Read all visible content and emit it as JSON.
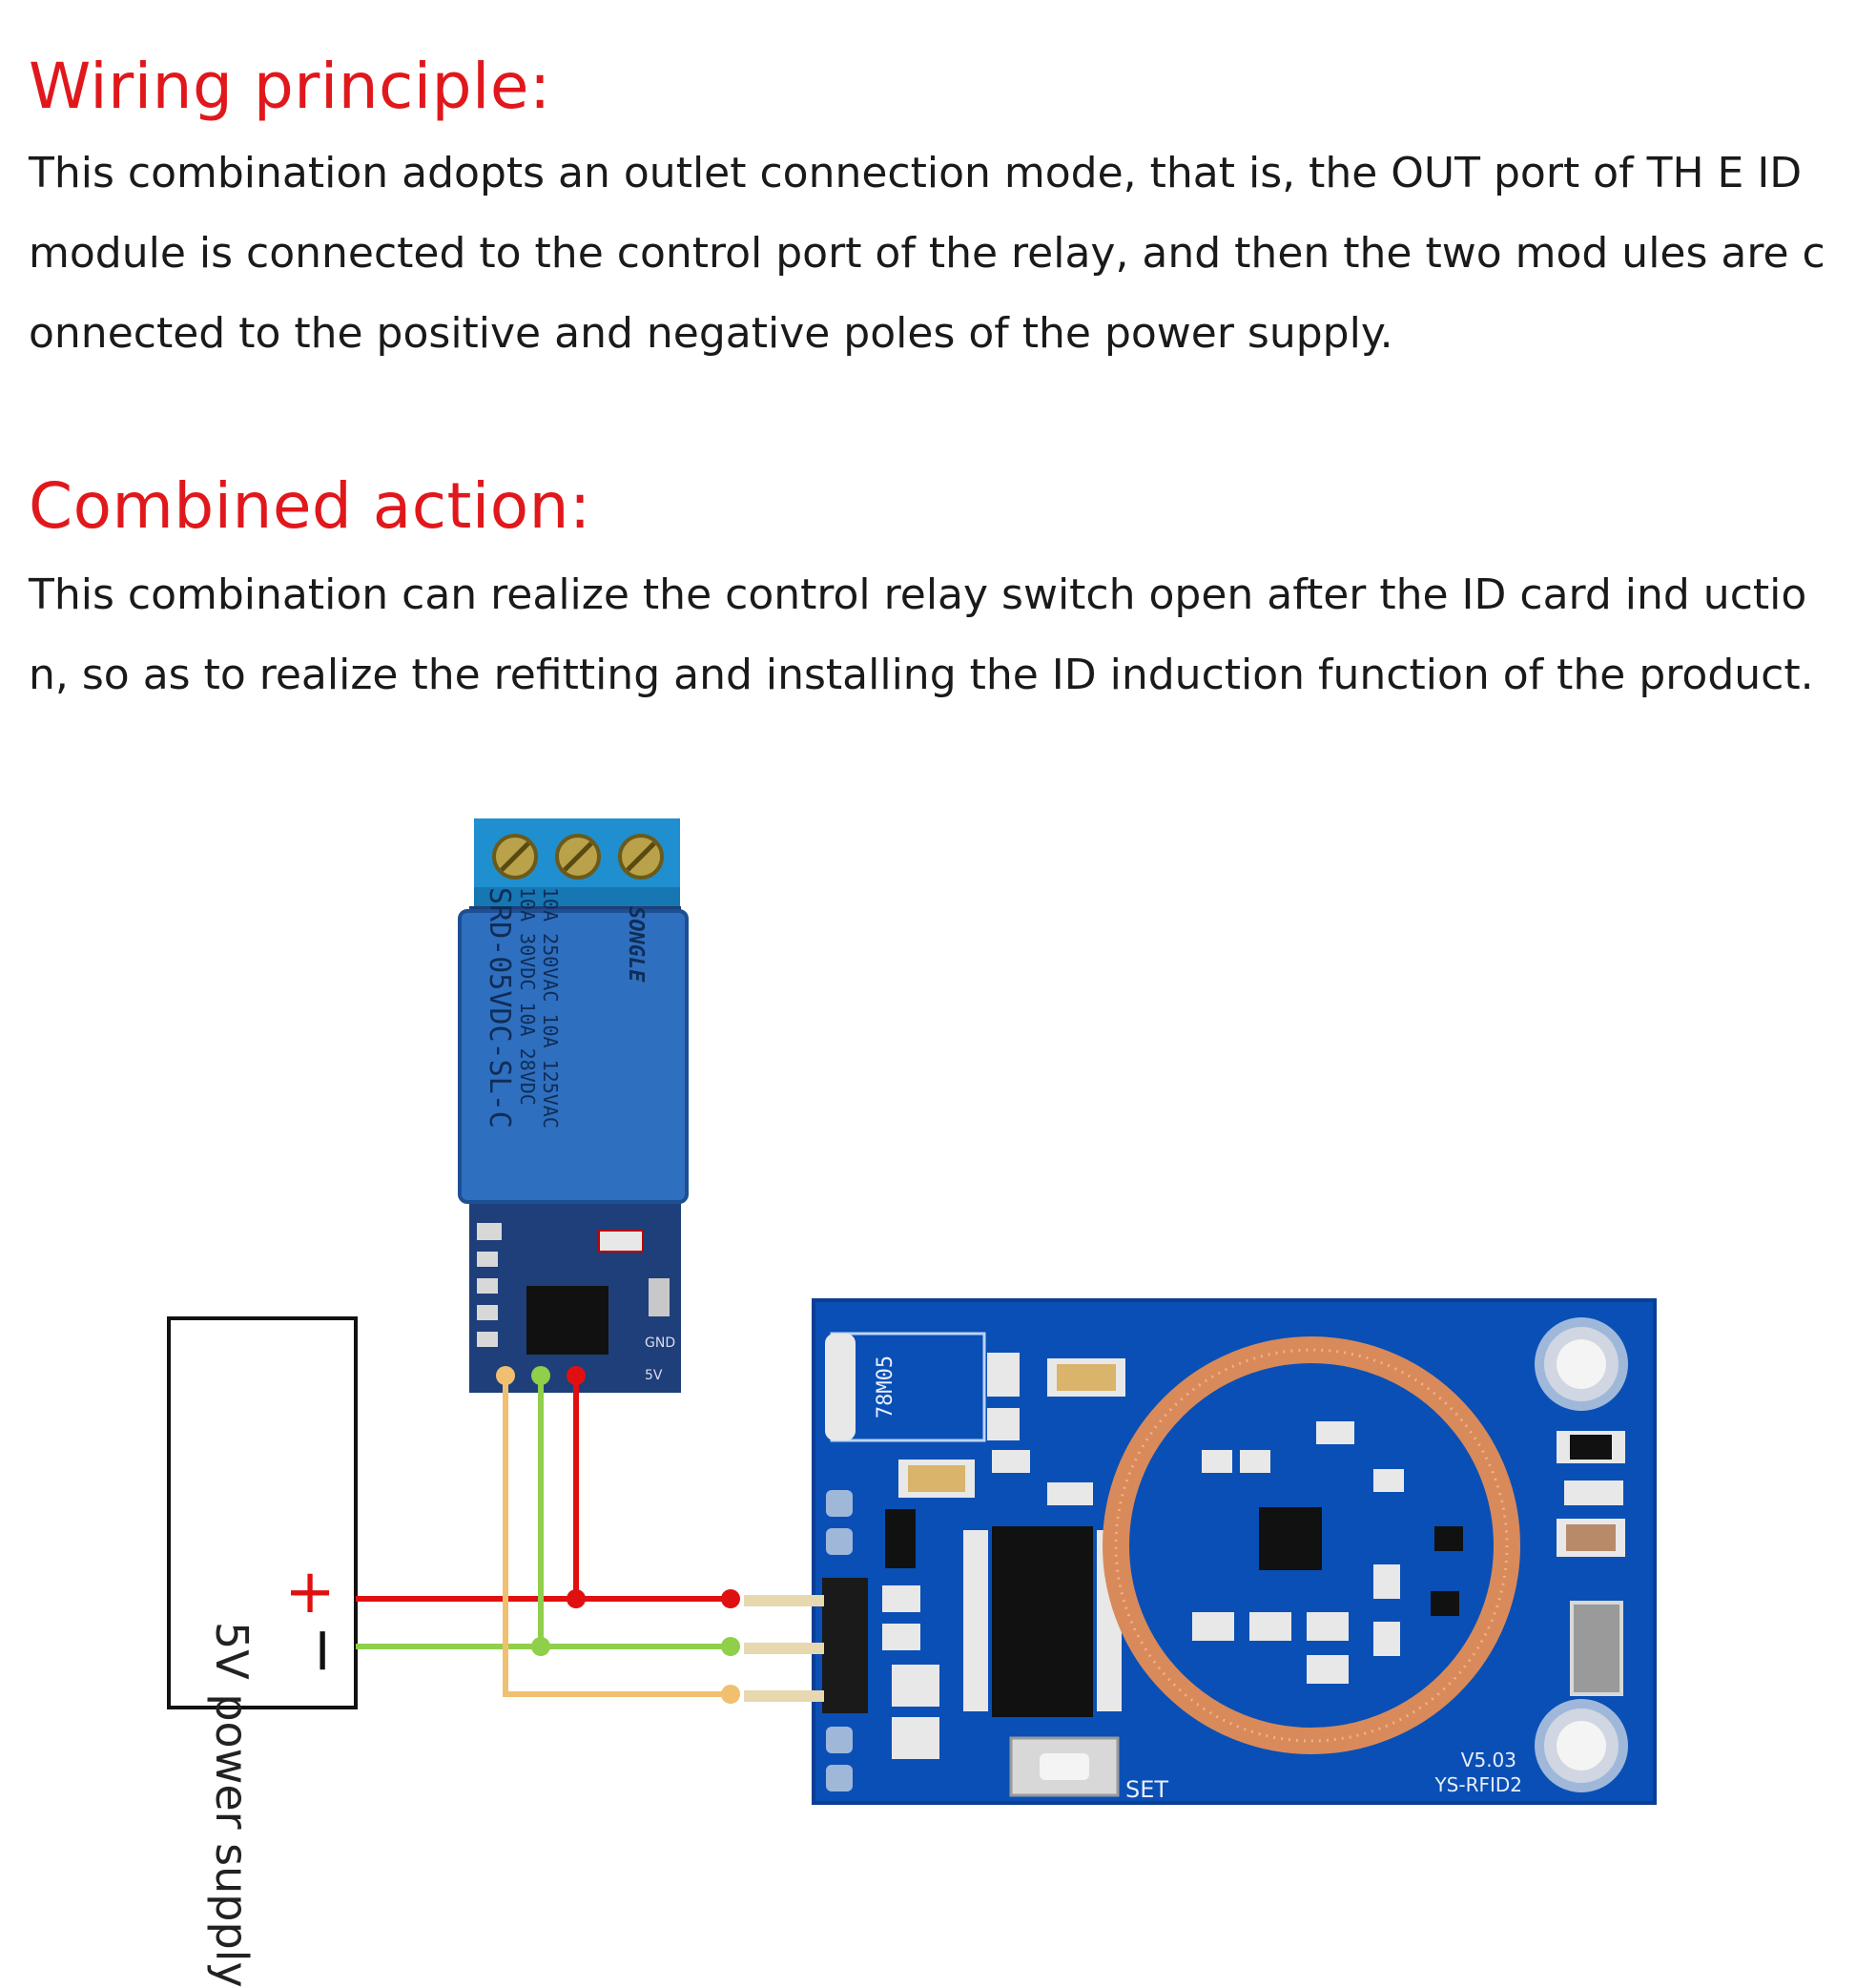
{
  "wiring": {
    "heading": "Wiring principle:",
    "body": "This combination adopts an outlet connection mode, that is, the OUT port of TH E ID module is connected to the control port of the relay, and then the two mod ules are connected to the positive and negative poles of the power supply."
  },
  "combined": {
    "heading": "Combined action:",
    "body": "This combination can realize the control relay switch open after the ID card ind uction, so as to realize the refitting and installing the ID induction function of the product."
  },
  "diagram": {
    "power_supply_label": "5V power supply",
    "plus_sign": "+",
    "minus_sign": "−",
    "relay": {
      "brand": "SONGLE",
      "rating_1": "10A 250VAC 10A 125VAC",
      "rating_2": "10A 30VDC 10A 28VDC",
      "model": "SRD-05VDC-SL-C",
      "pin_gnd": "GND",
      "pin_5v": "5V"
    },
    "rfid": {
      "regulator": "78M05",
      "button_label": "SET",
      "version": "V5.03",
      "model": "YS-RFID2"
    },
    "colors": {
      "red_wire": "#e01010",
      "green_wire": "#8fcf4a",
      "orange_wire": "#f0c070",
      "pcb_blue": "#0a4fb5",
      "relay_blue": "#2f6fbf",
      "coil_copper": "#d88a5a"
    }
  }
}
